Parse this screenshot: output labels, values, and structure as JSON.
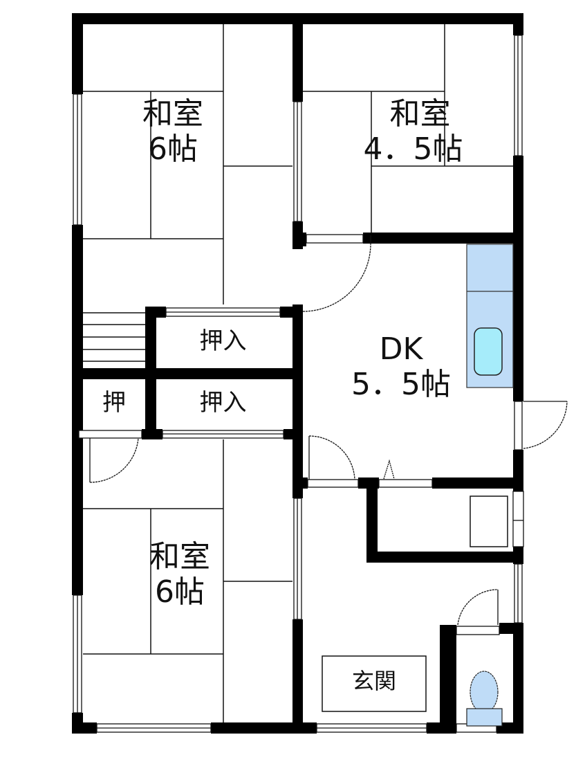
{
  "plan": {
    "colors": {
      "wall": "#000000",
      "line": "#111111",
      "fixture_fill": "#bfdcf7",
      "sink_fill": "#a6ecfa",
      "background": "#ffffff"
    },
    "rooms": [
      {
        "id": "washitsu-nw",
        "name": "和室",
        "size": "6帖"
      },
      {
        "id": "washitsu-ne",
        "name": "和室",
        "size": "4．5帖"
      },
      {
        "id": "dk",
        "name": "DK",
        "size": "5．5帖"
      },
      {
        "id": "washitsu-sw",
        "name": "和室",
        "size": "6帖"
      }
    ],
    "closets": [
      {
        "id": "oshiire-upper",
        "name": "押入"
      },
      {
        "id": "oshiire-lower",
        "name": "押入"
      },
      {
        "id": "oshi-small",
        "name": "押"
      }
    ],
    "entrance": {
      "name": "玄関"
    },
    "fixtures": [
      "kitchen-counter",
      "kitchen-sink",
      "washbasin",
      "toilet",
      "staircase"
    ]
  }
}
